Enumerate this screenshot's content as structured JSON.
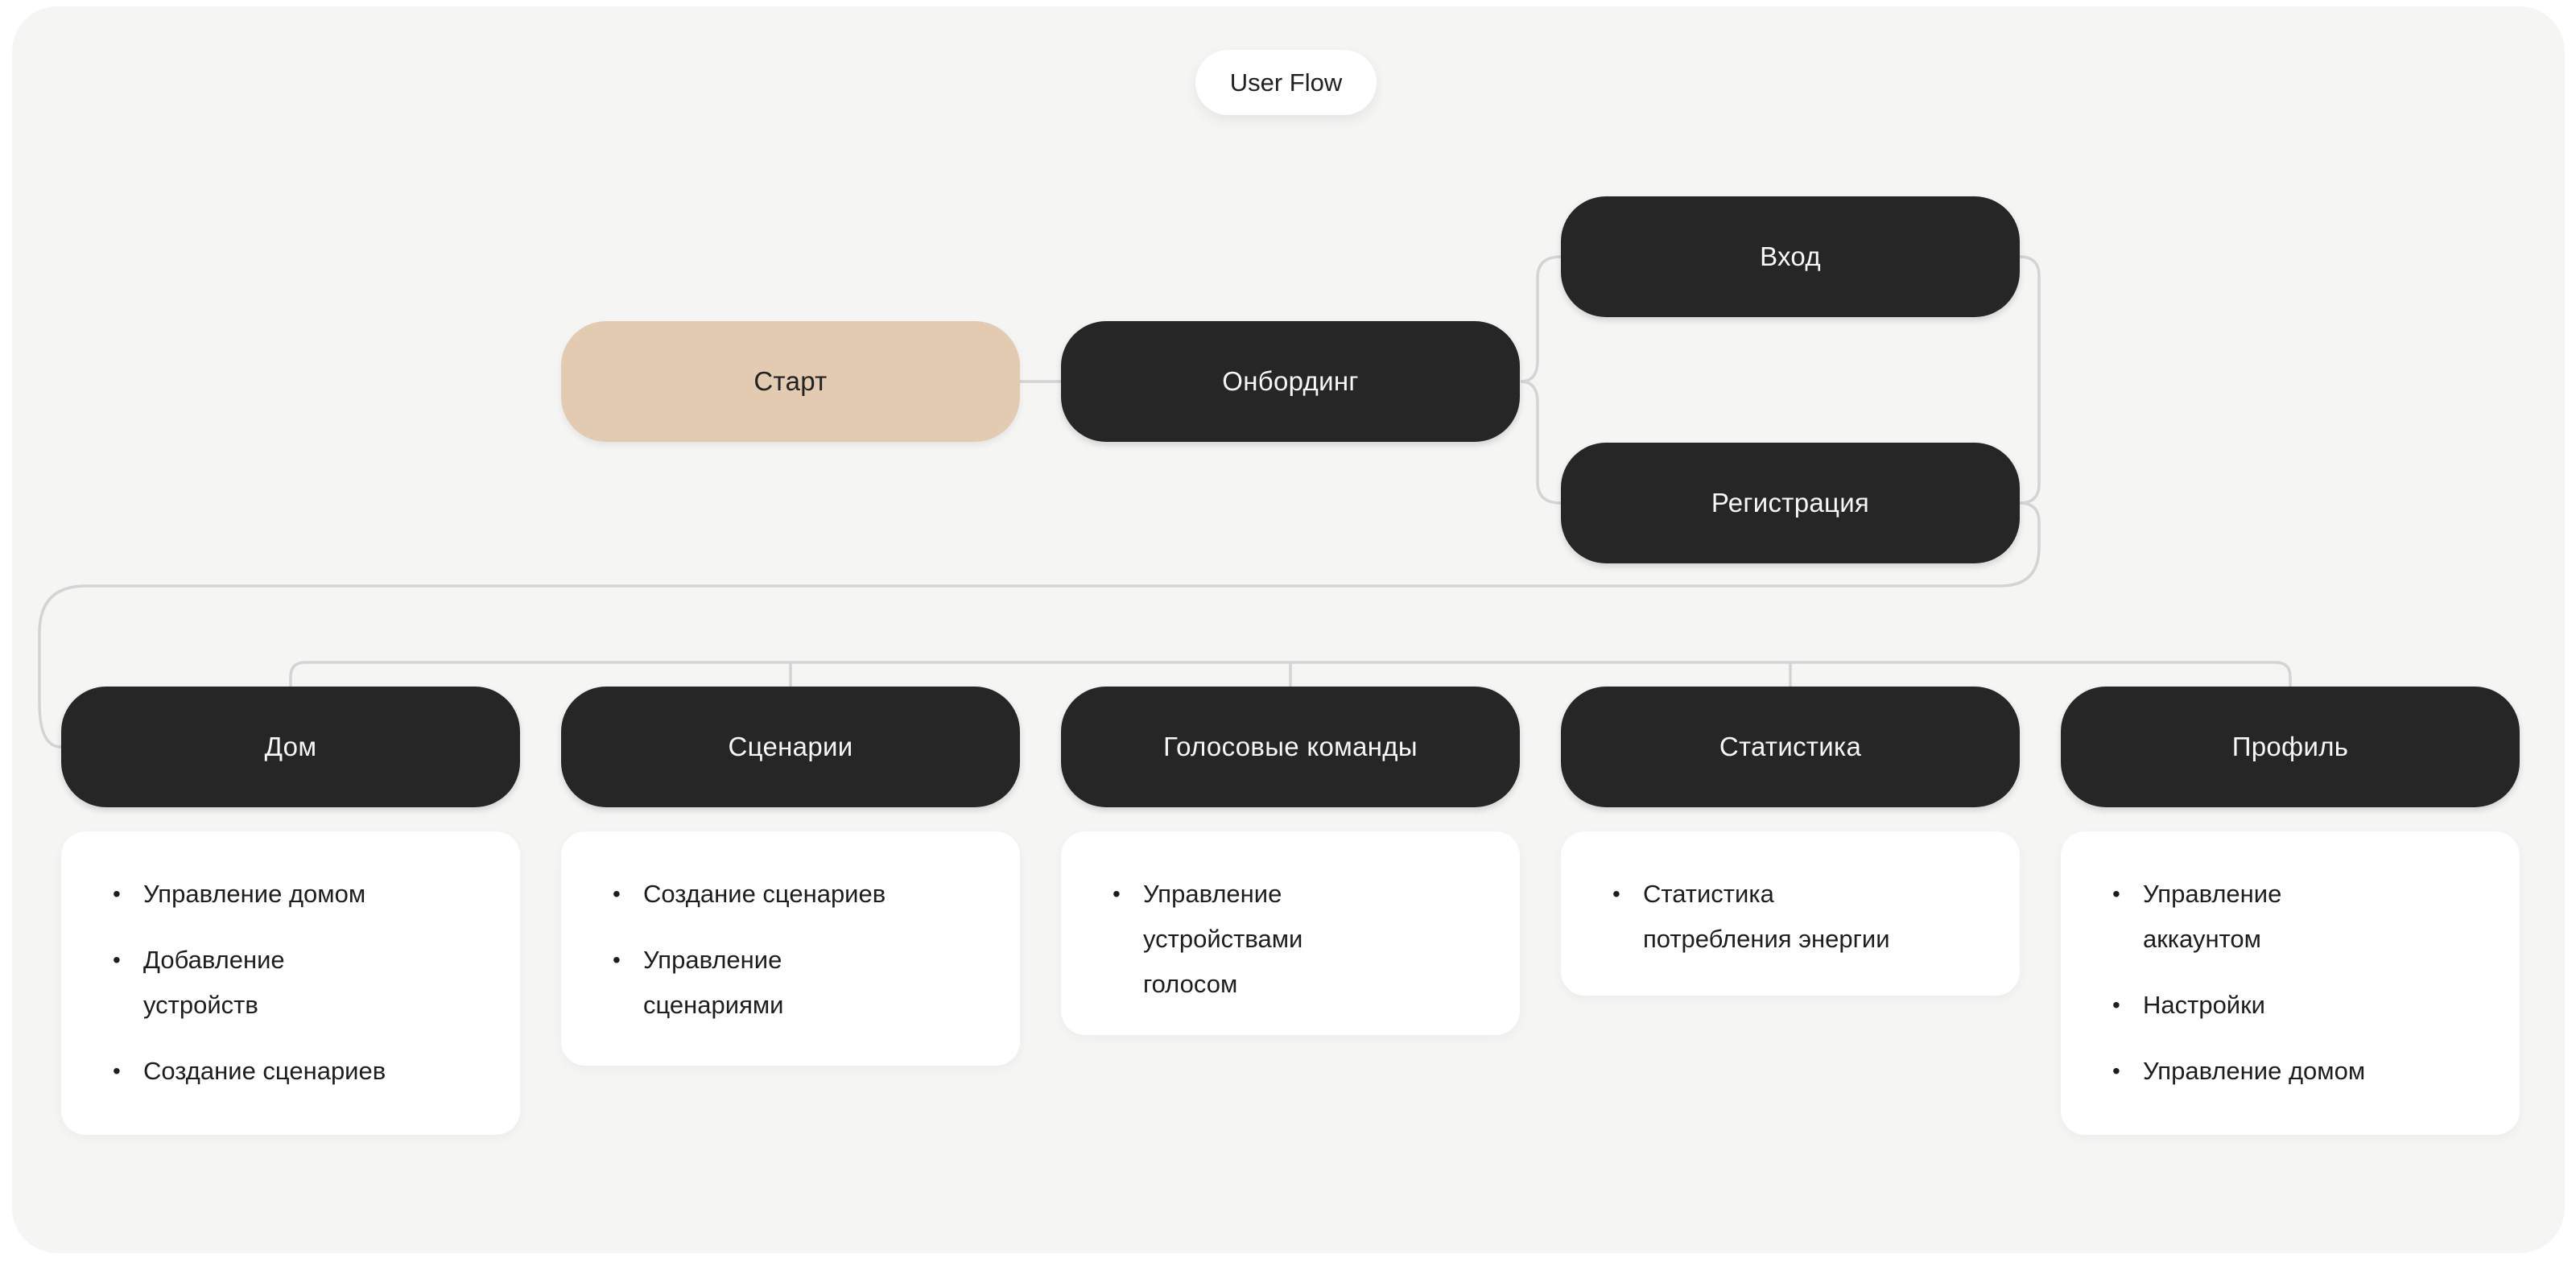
{
  "badge": {
    "label": "User Flow"
  },
  "colors": {
    "page_background": "#ffffff",
    "canvas_background": "#f5f5f4",
    "node_dark": "#262626",
    "node_accent_beige": "#e3cbb2",
    "node_dark_text": "#f7f7f6",
    "connector_line": "#d4d4d4",
    "card_background": "#ffffff",
    "card_text": "#1d1d1d"
  },
  "flow": {
    "start": {
      "label": "Старт"
    },
    "onboarding": {
      "label": "Онбординг"
    },
    "login": {
      "label": "Вход"
    },
    "registration": {
      "label": "Регистрация"
    },
    "sections": [
      {
        "id": "home",
        "label": "Дом",
        "items": [
          "Управление домом",
          "Добавление\nустройств",
          "Создание сценариев"
        ]
      },
      {
        "id": "scenarios",
        "label": "Сценарии",
        "items": [
          "Создание сценариев",
          "Управление\nсценариями"
        ]
      },
      {
        "id": "voice-commands",
        "label": "Голосовые команды",
        "items": [
          "Управление\nустройствами\nголосом"
        ]
      },
      {
        "id": "statistics",
        "label": "Статистика",
        "items": [
          "Статистика\nпотребления энергии"
        ]
      },
      {
        "id": "profile",
        "label": "Профиль",
        "items": [
          "Управление\nаккаунтом",
          "Настройки",
          "Управление домом"
        ]
      }
    ]
  }
}
